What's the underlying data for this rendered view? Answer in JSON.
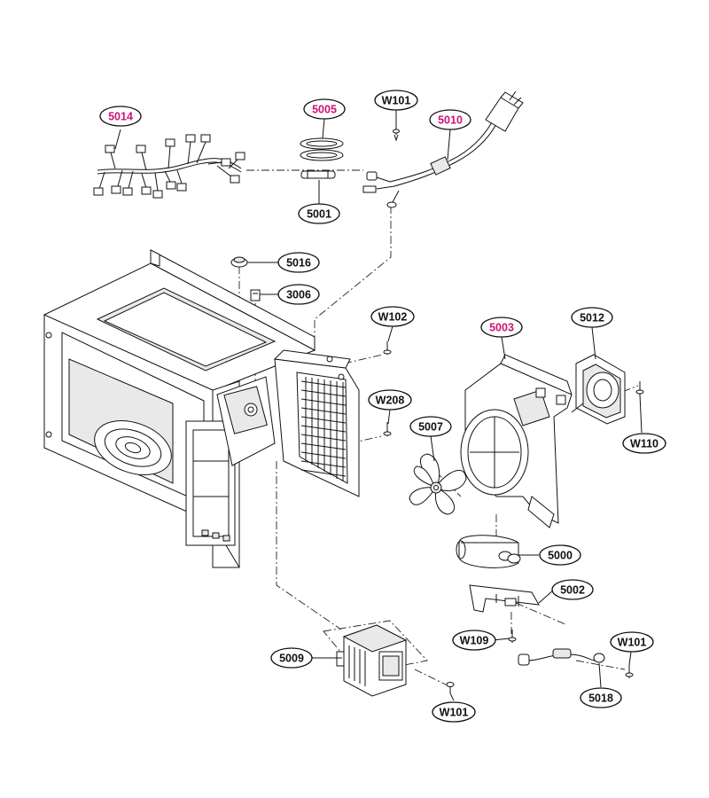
{
  "callouts": {
    "c5014": {
      "text": "5014",
      "color": "#cc1477"
    },
    "c5005": {
      "text": "5005",
      "color": "#cc1477"
    },
    "cW101a": {
      "text": "W101",
      "color": "#111111"
    },
    "c5010": {
      "text": "5010",
      "color": "#cc1477"
    },
    "c5001": {
      "text": "5001",
      "color": "#111111"
    },
    "c5016": {
      "text": "5016",
      "color": "#111111"
    },
    "c3006": {
      "text": "3006",
      "color": "#111111"
    },
    "cW102": {
      "text": "W102",
      "color": "#111111"
    },
    "c5003": {
      "text": "5003",
      "color": "#cc1477"
    },
    "c5012": {
      "text": "5012",
      "color": "#111111"
    },
    "cW208": {
      "text": "W208",
      "color": "#111111"
    },
    "c5007": {
      "text": "5007",
      "color": "#111111"
    },
    "cW110": {
      "text": "W110",
      "color": "#111111"
    },
    "c5000": {
      "text": "5000",
      "color": "#111111"
    },
    "c5002": {
      "text": "5002",
      "color": "#111111"
    },
    "cW109": {
      "text": "W109",
      "color": "#111111"
    },
    "cW101b": {
      "text": "W101",
      "color": "#111111"
    },
    "c5009": {
      "text": "5009",
      "color": "#111111"
    },
    "c5018": {
      "text": "5018",
      "color": "#111111"
    },
    "cW101c": {
      "text": "W101",
      "color": "#111111"
    }
  }
}
